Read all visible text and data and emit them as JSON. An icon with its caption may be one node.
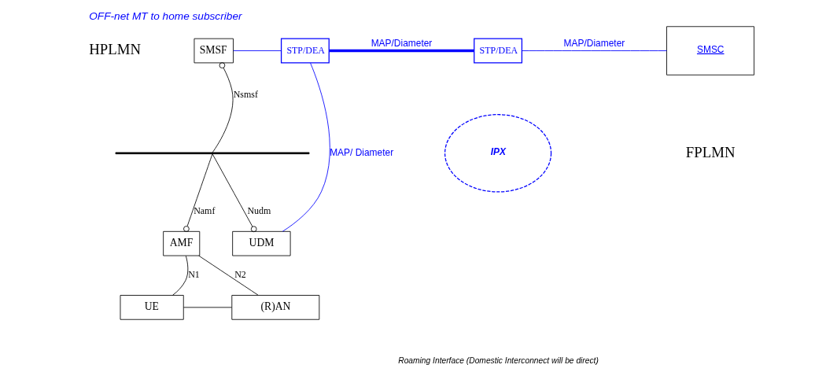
{
  "diagram": {
    "title": "OFF-net MT to home subscriber",
    "nodes": [
      {
        "text": [
          "SMSF"
        ]
      },
      {
        "text": [
          "STP/DEA"
        ]
      },
      {
        "text": [],
        "shape": "bar"
      },
      {
        "text": [
          "AMF"
        ]
      },
      {
        "text": [
          "UDM"
        ]
      },
      {
        "text": [
          "IPX"
        ]
      },
      {
        "text": [
          "STP/DEA"
        ]
      },
      {
        "text": [
          "SMSC"
        ]
      },
      {
        "text": [
          "UE"
        ]
      },
      {
        "text": [
          "(R)AN"
        ]
      }
    ],
    "edges": [
      {
        "from": 0,
        "to": 1,
        "arrow": "none",
        "color": "#0000ff"
      },
      {
        "from": 2,
        "to": 0,
        "arrow": "other",
        "label": "Nsmsf"
      },
      {
        "from": 2,
        "to": 3,
        "arrow": "other",
        "label": "Namf"
      },
      {
        "from": 2,
        "to": 4,
        "arrow": "other",
        "label": "Nudm"
      },
      {
        "from": 1,
        "to": 4,
        "arrow": "none",
        "label": "MAP/ Diameter",
        "color": "#0000ff"
      },
      {
        "from": 1,
        "to": 6,
        "arrow": "none",
        "label": "MAP/Diameter",
        "style": "thick",
        "color": "#0000ff"
      },
      {
        "from": 6,
        "to": 7,
        "arrow": "none",
        "label": "MAP/Diameter",
        "color": "#0000ff"
      },
      {
        "from": 8,
        "to": 3,
        "arrow": "none",
        "label": "N1"
      },
      {
        "from": 9,
        "to": 3,
        "arrow": "none",
        "label": "N2"
      },
      {
        "from": 8,
        "to": 9,
        "arrow": "none"
      }
    ],
    "labels": [
      "HPLMN",
      "FPLMN",
      "Roaming Interface (Domestic Interconnect will be direct)"
    ]
  }
}
